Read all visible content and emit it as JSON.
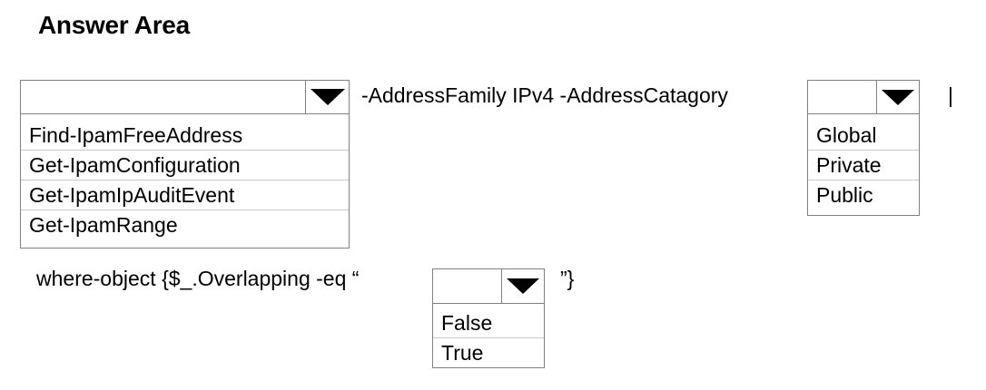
{
  "title": "Answer Area",
  "line1": {
    "middle_text": "-AddressFamily IPv4 -AddressCatagory",
    "cmdlet_dropdown": {
      "selected": "",
      "options": [
        "Find-IpamFreeAddress",
        "Get-IpamConfiguration",
        "Get-IpamIpAuditEvent",
        "Get-IpamRange"
      ]
    },
    "category_dropdown": {
      "selected": "",
      "options": [
        "Global",
        "Private",
        "Public"
      ]
    },
    "pipe": "|"
  },
  "line2": {
    "prefix_text": "where-object {$_.Overlapping -eq “",
    "suffix_text": "”}",
    "bool_dropdown": {
      "selected": "",
      "options": [
        "False",
        "True"
      ]
    }
  },
  "icons": {
    "dropdown_arrow": "triangle-down-icon"
  }
}
